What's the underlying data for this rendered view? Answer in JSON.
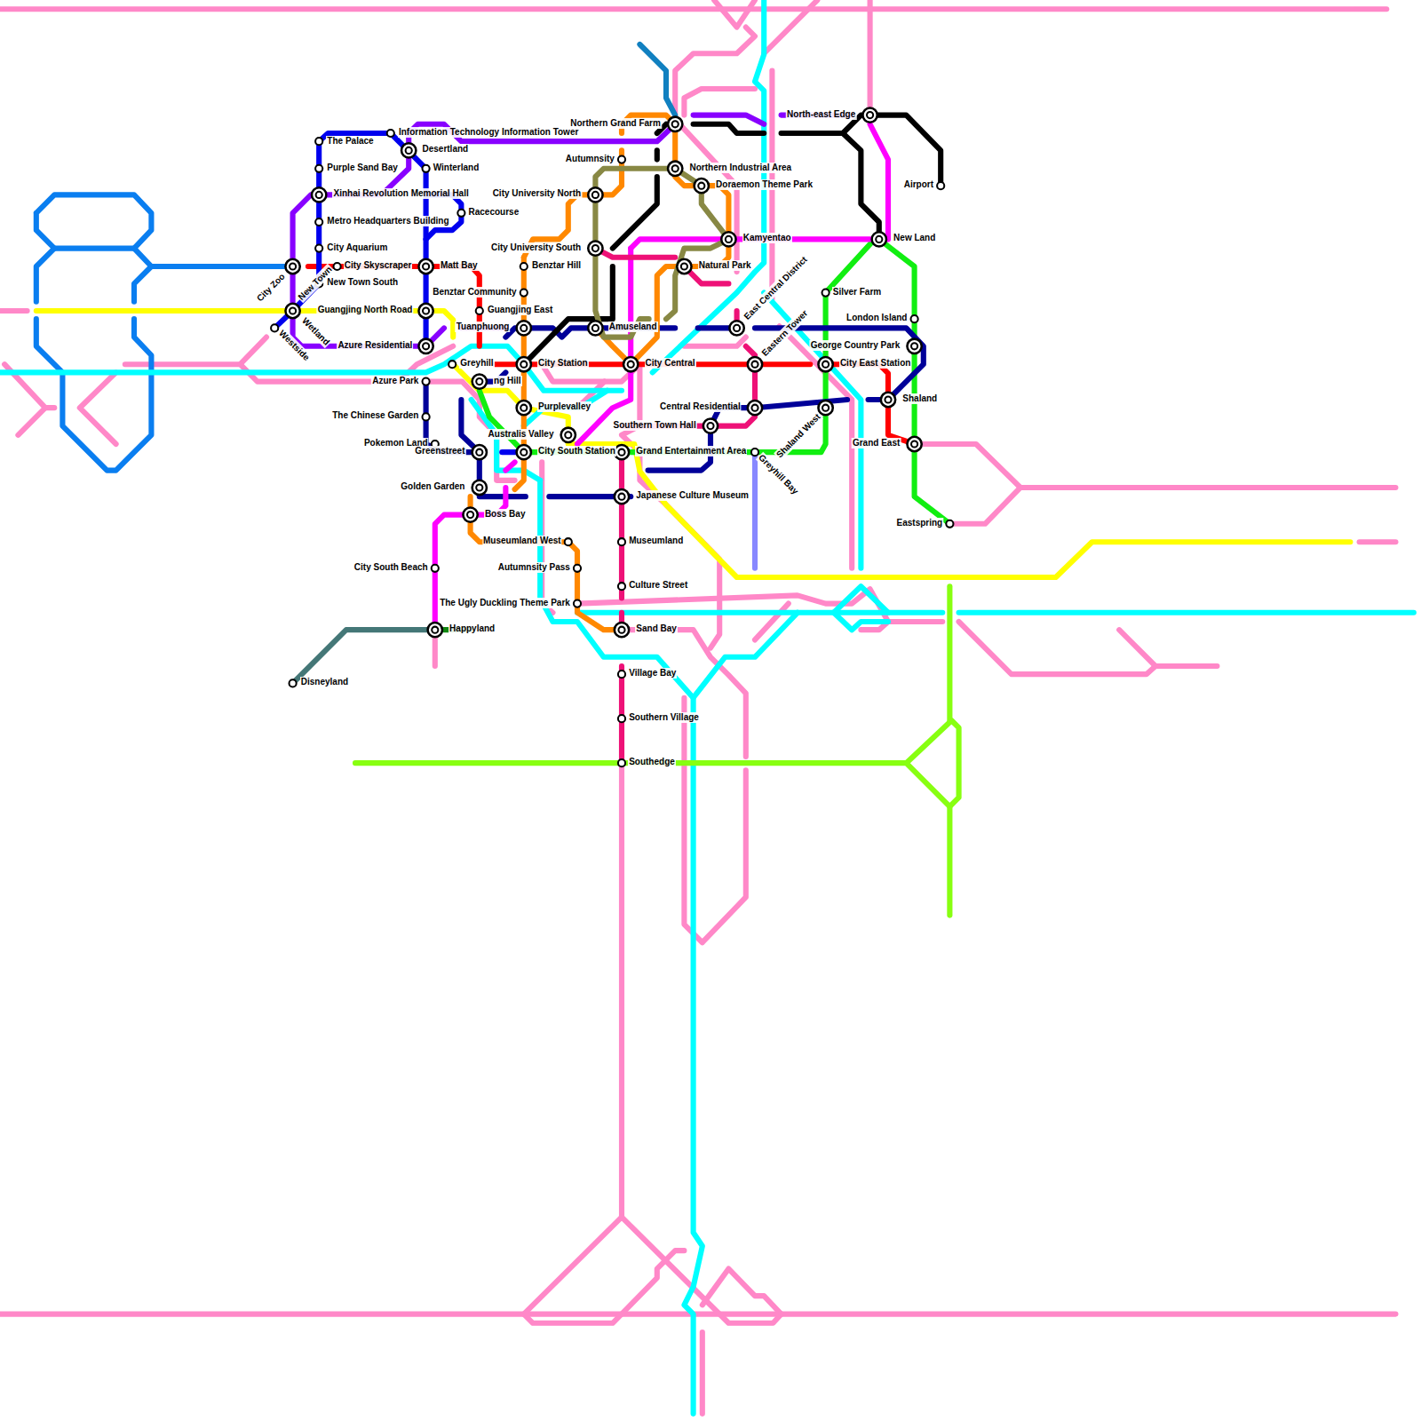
{
  "diagram": {
    "labels": [
      "Information Technology Information Tower",
      "The Palace",
      "Desertland",
      "Purple Sand Bay",
      "Winterland",
      "Xinhai Revolution Memorial Hall",
      "Racecourse",
      "Metro Headquarters Building",
      "City Aquarium",
      "City Zoo",
      "City Skyscraper",
      "Matt Bay",
      "New Town South",
      "New Town",
      "Wetland",
      "Westside",
      "Guangjing North Road",
      "Benztar Hill",
      "Benztar Community",
      "Guangjing East",
      "Azure Residential",
      "Tuanphuong",
      "Amuseland",
      "Greyhill",
      "City Station",
      "City Central",
      "Azure Park",
      "ng Hill",
      "The Chinese Garden",
      "Purplevalley",
      "Australis Valley",
      "Pokemon Land",
      "Greenstreet",
      "City South Station",
      "Grand Entertainment Area",
      "Greyhill Bay",
      "Golden Garden",
      "Boss Bay",
      "Japanese Culture Museum",
      "Museumland West",
      "Museumland",
      "City South Beach",
      "Autumnsity Pass",
      "Culture Street",
      "The Ugly Duckling Theme Park",
      "Happyland",
      "Sand Bay",
      "Disneyland",
      "Village Bay",
      "Southern Village",
      "Southedge",
      "Northern Grand Farm",
      "Autumnsity",
      "Northern Industrial Area",
      "Doraemon Theme Park",
      "City University North",
      "City University South",
      "Kamyentao",
      "Natural Park",
      "East Central District",
      "Eastern Tower",
      "Central Residential",
      "Southern Town Hall",
      "Shaland West",
      "North-east Edge",
      "Airport",
      "New Land",
      "Silver Farm",
      "London Island",
      "George Country Park",
      "City East Station",
      "Shaland",
      "Grand East",
      "Eastspring"
    ]
  }
}
